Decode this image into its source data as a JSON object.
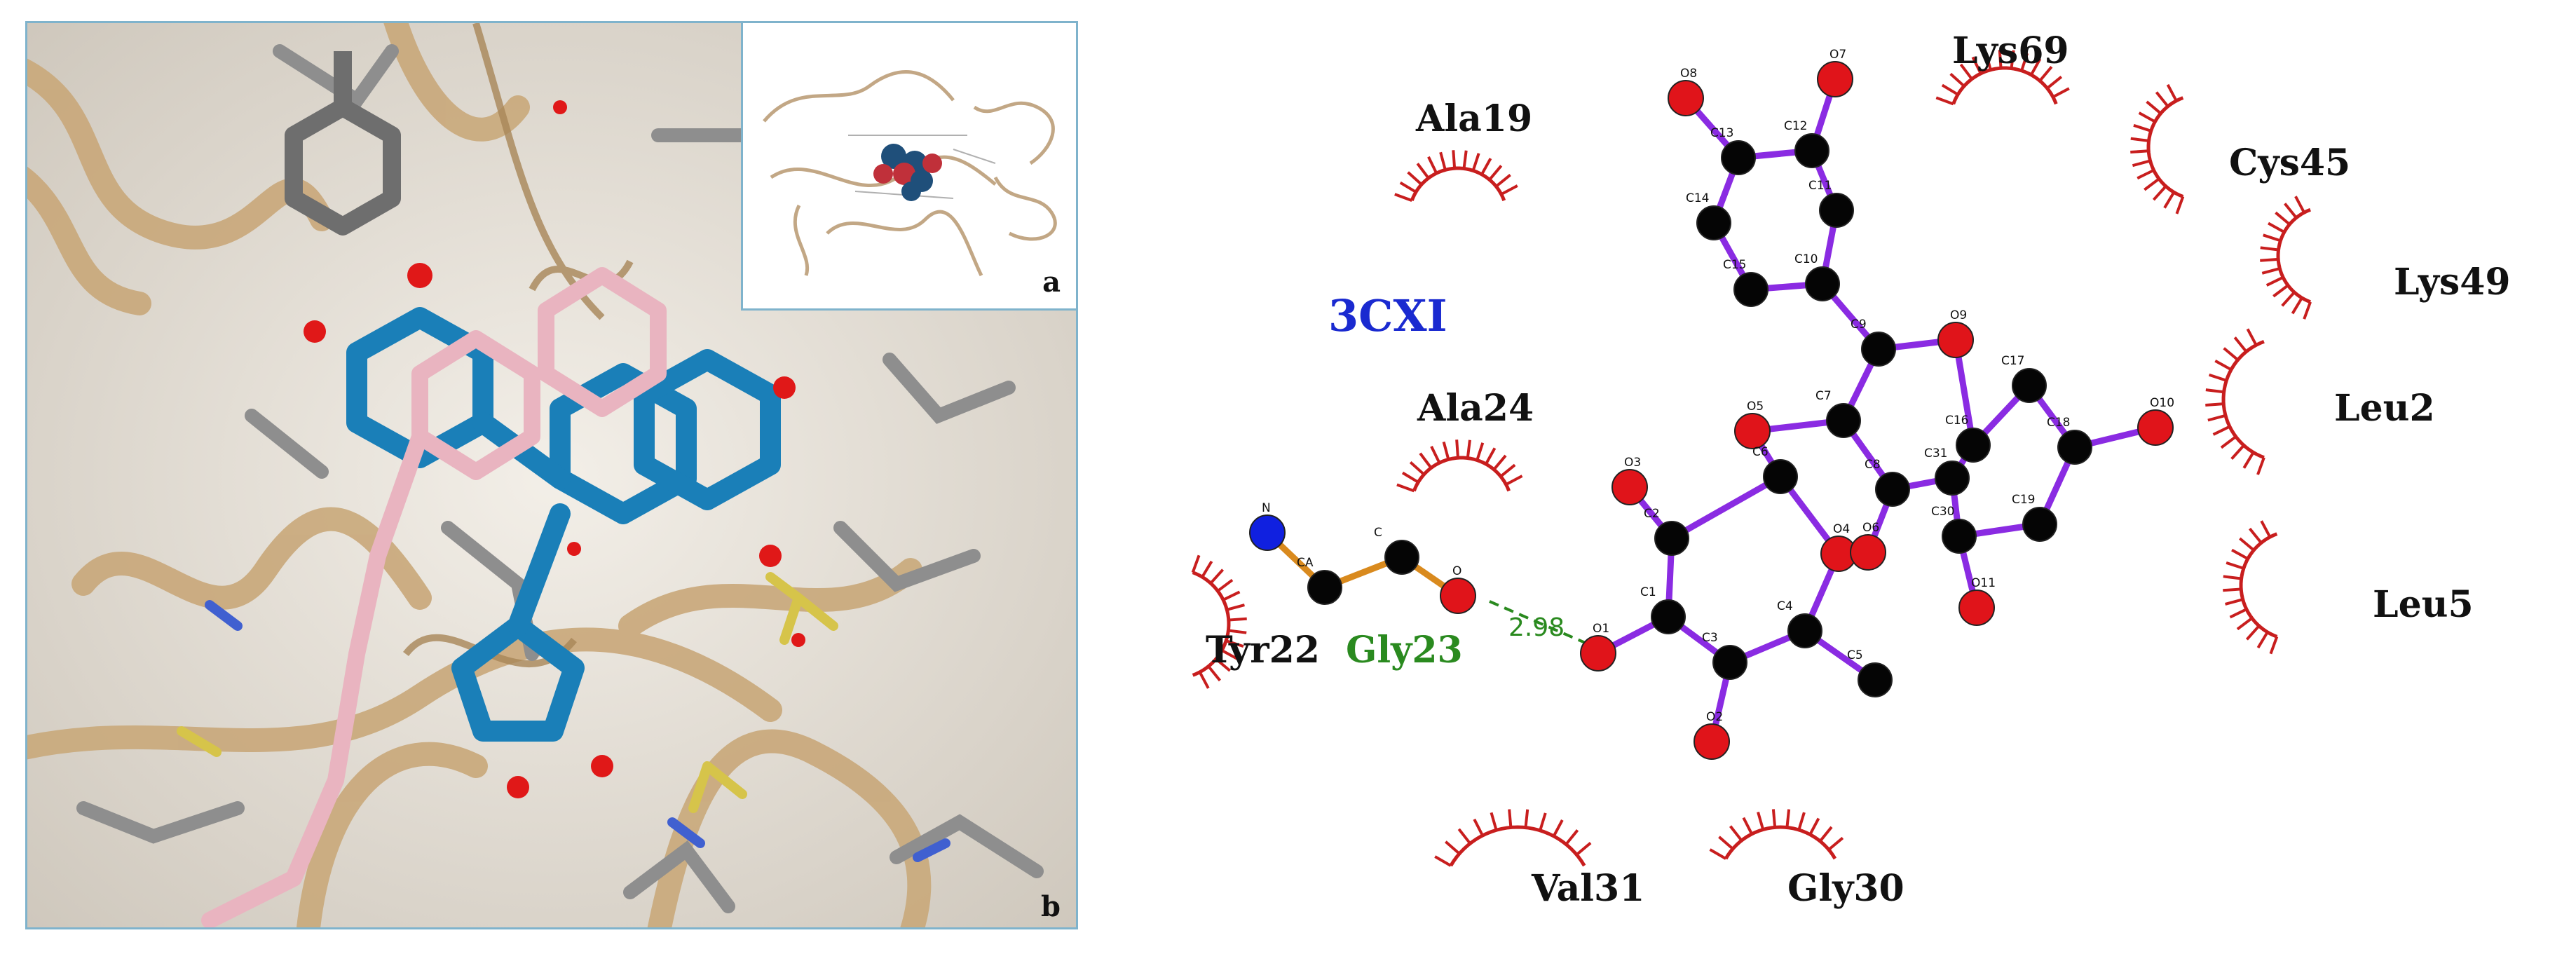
{
  "panels": {
    "inset_label": "a",
    "main_label": "b"
  },
  "diagram": {
    "protein_id": "3CXI",
    "hbond_residue": "Gly23",
    "hbond_distance": "2.98",
    "hydrophobic_residues": {
      "ala19": "Ala19",
      "lys69": "Lys69",
      "cys45": "Cys45",
      "lys49": "Lys49",
      "leu2": "Leu2",
      "ala24": "Ala24",
      "leu5": "Leu5",
      "tyr22": "Tyr22",
      "val31": "Val31",
      "gly30": "Gly30"
    },
    "ligand_atoms": [
      "O8",
      "O7",
      "C13",
      "C12",
      "C11",
      "C14",
      "C15",
      "C10",
      "C9",
      "O9",
      "C17",
      "O10",
      "O5",
      "C7",
      "C16",
      "C18",
      "C6",
      "C8",
      "C31",
      "C19",
      "O3",
      "O4",
      "O6",
      "C30",
      "O11",
      "C2",
      "C1",
      "C4",
      "C5",
      "O1",
      "C3",
      "O2"
    ],
    "gly_atoms": [
      "N",
      "CA",
      "C",
      "O"
    ],
    "colors": {
      "bond_ligand": "#8a2be2",
      "bond_gly": "#d98a1e",
      "arc": "#c81e1e",
      "hbond": "#2a8a1f",
      "oxygen": "#e0141a",
      "carbon": "#050505",
      "nitrogen": "#1020e0"
    }
  }
}
